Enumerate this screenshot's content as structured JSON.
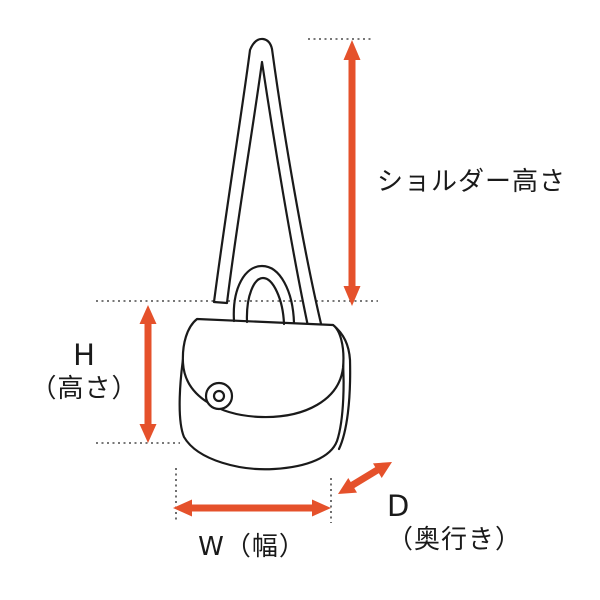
{
  "labels": {
    "shoulder_height": "ショルダー高さ",
    "height_letter": "H",
    "height_sub": "（高さ）",
    "width": "W（幅）",
    "depth_letter": "D",
    "depth_sub": "（奥行き）"
  },
  "colors": {
    "arrow": "#e5512b",
    "outline": "#1a1a1a",
    "guide": "#4a4a4a"
  }
}
